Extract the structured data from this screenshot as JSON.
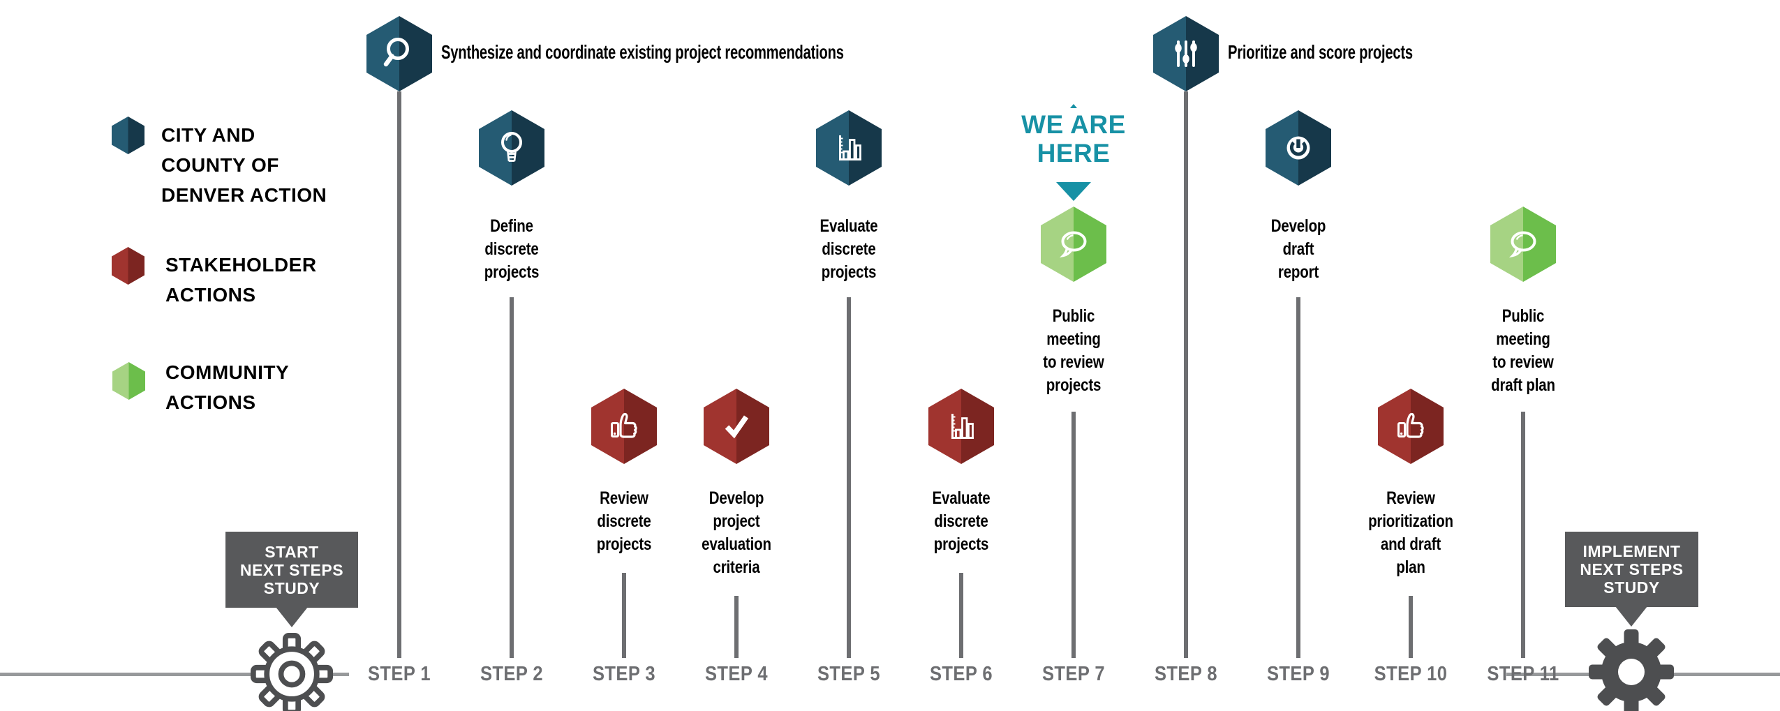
{
  "title": "Next Steps Study process timeline",
  "colors": {
    "blue_light": "#255B73",
    "blue_dark": "#16384A",
    "red_light": "#A0342F",
    "red_dark": "#7C2521",
    "green_light": "#A6D383",
    "green_dark": "#6CBE4B",
    "teal": "#1791A5",
    "label_gray": "#6D6E71",
    "connector_gray": "#6D6E71",
    "timeline_gray": "#97999B",
    "box_gray": "#58595B",
    "gear_gray": "#4D4E50",
    "text_black": "#000000",
    "background": "#FFFFFF"
  },
  "legend": {
    "items": [
      {
        "label": "CITY AND\nCOUNTY OF\nDENVER ACTION",
        "actor": "city",
        "icon": "blue-hexagon-swatch"
      },
      {
        "label": "STAKEHOLDER\nACTIONS",
        "actor": "stakeholder",
        "icon": "red-hexagon-swatch"
      },
      {
        "label": "COMMUNITY\nACTIONS",
        "actor": "community",
        "icon": "green-hexagon-swatch"
      }
    ]
  },
  "marker": {
    "label": "WE ARE\nHERE",
    "at_step": "STEP 7"
  },
  "start_flag": {
    "label": "START\nNEXT STEPS\nSTUDY",
    "icon": "gear-outline-icon"
  },
  "end_flag": {
    "label": "IMPLEMENT\nNEXT STEPS\nSTUDY",
    "icon": "gear-solid-icon"
  },
  "steps": [
    {
      "label": "STEP 1",
      "actor": "city",
      "tier": "top",
      "icon": "magnifier-icon",
      "caption": "Synthesize and coordinate existing project recommendations"
    },
    {
      "label": "STEP 2",
      "actor": "city",
      "tier": "mid",
      "icon": "lightbulb-icon",
      "caption": "Define\ndiscrete\nprojects"
    },
    {
      "label": "STEP 3",
      "actor": "stakeholder",
      "tier": "low",
      "icon": "thumbs-up-icon",
      "caption": "Review\ndiscrete\nprojects"
    },
    {
      "label": "STEP 4",
      "actor": "stakeholder",
      "tier": "low",
      "icon": "checkmark-icon",
      "caption": "Develop\nproject\nevaluation\ncriteria"
    },
    {
      "label": "STEP 5",
      "actor": "city",
      "tier": "mid",
      "icon": "bar-chart-icon",
      "caption": "Evaluate\ndiscrete\nprojects"
    },
    {
      "label": "STEP 6",
      "actor": "stakeholder",
      "tier": "low",
      "icon": "bar-chart-icon",
      "caption": "Evaluate\ndiscrete\nprojects"
    },
    {
      "label": "STEP 7",
      "actor": "community",
      "tier": "community",
      "icon": "speech-bubble-icon",
      "caption": "Public\nmeeting\nto review\nprojects",
      "marker": true
    },
    {
      "label": "STEP 8",
      "actor": "city",
      "tier": "top",
      "icon": "sliders-icon",
      "caption": "Prioritize and score projects"
    },
    {
      "label": "STEP 9",
      "actor": "city",
      "tier": "mid",
      "icon": "power-icon",
      "caption": "Develop\ndraft\nreport"
    },
    {
      "label": "STEP 10",
      "actor": "stakeholder",
      "tier": "low",
      "icon": "thumbs-up-icon",
      "caption": "Review\nprioritization\nand draft\nplan"
    },
    {
      "label": "STEP 11",
      "actor": "community",
      "tier": "community",
      "icon": "speech-bubble-icon",
      "caption": "Public\nmeeting\nto review\ndraft plan"
    }
  ]
}
